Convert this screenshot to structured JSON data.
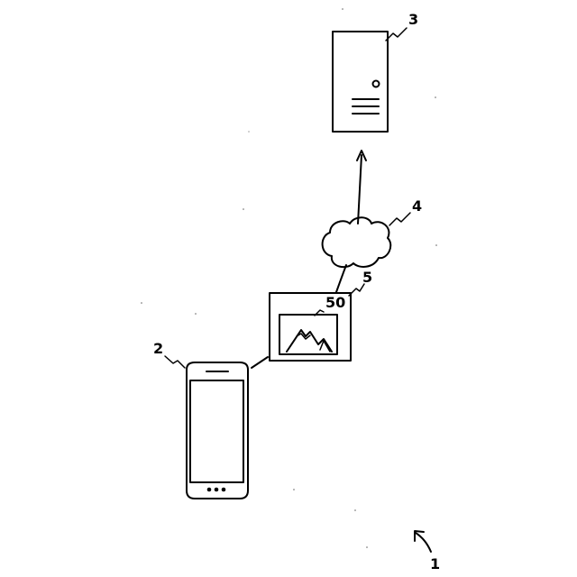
{
  "labels": {
    "system": "1",
    "terminal": "2",
    "server": "3",
    "network": "4",
    "content": "5",
    "image": "50"
  },
  "colors": {
    "ink": "#000000",
    "paper": "#ffffff"
  },
  "icons": {
    "server": "server-tower-icon",
    "network": "cloud-icon",
    "terminal": "smartphone-icon",
    "content": "content-window-icon",
    "image": "mountain-image-icon",
    "system": "curved-arrow-icon"
  }
}
